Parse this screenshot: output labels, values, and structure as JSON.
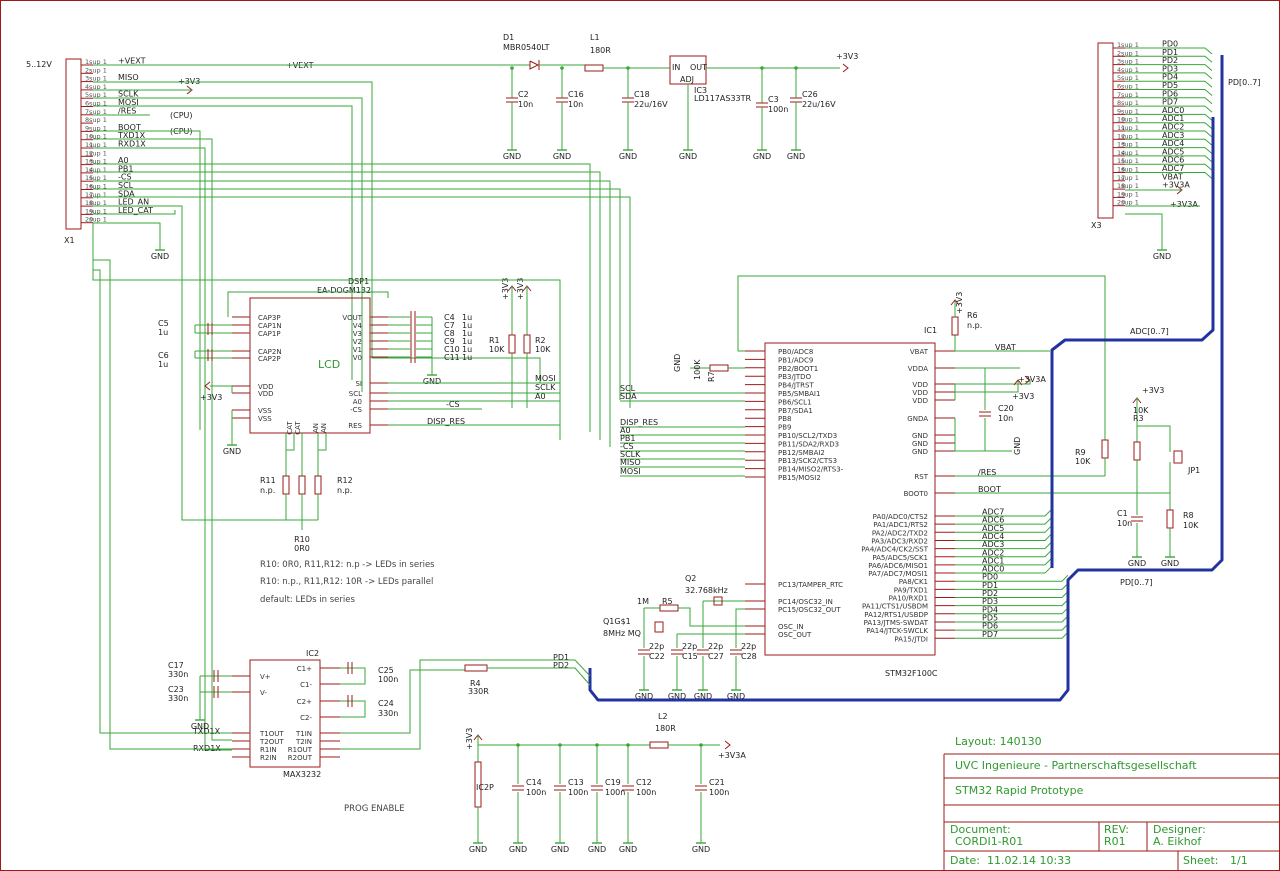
{
  "x1": {
    "ref": "X1",
    "voltage": "5..12V",
    "pins": [
      "+VEXT",
      "",
      "MISO",
      "",
      "SCLK",
      "MOSI",
      "/RES",
      "",
      "BOOT",
      "TXD1X",
      "RXD1X",
      "",
      "A0",
      "PB1",
      "-CS",
      "SCL",
      "SDA",
      "LED_AN",
      "LED_CAT",
      ""
    ],
    "cpu1": "(CPU)",
    "cpu2": "(CPU)",
    "vext_net": "+VEXT",
    "v33": "+3V3"
  },
  "x3": {
    "ref": "X3",
    "pins": [
      "PD0",
      "PD1",
      "PD2",
      "PD3",
      "PD4",
      "PD5",
      "PD6",
      "PD7",
      "ADC0",
      "ADC1",
      "ADC2",
      "ADC3",
      "ADC4",
      "ADC5",
      "ADC6",
      "ADC7",
      "VBAT",
      "+3V3A",
      "",
      ""
    ],
    "pin20_net": "+3V3A",
    "bus_label": "PD[0..7]"
  },
  "power": {
    "d1_ref": "D1",
    "d1_val": "MBR0540LT",
    "l1_ref": "L1",
    "l1_val": "180R",
    "ic3_ref": "IC3",
    "ic3_val": "LD117AS33TR",
    "ic3_in": "IN",
    "ic3_out": "OUT",
    "ic3_adj": "ADJ",
    "v33": "+3V3",
    "c2": [
      "C2",
      "10n"
    ],
    "c16": [
      "C16",
      "10n"
    ],
    "c18": [
      "C18",
      "22u/16V"
    ],
    "c3": [
      "C3",
      "100n"
    ],
    "c26": [
      "C26",
      "22u/16V"
    ]
  },
  "gnd": "GND",
  "lcd": {
    "ref": "DSP1",
    "val": "EA-DOGM132",
    "title": "LCD",
    "left_pins": [
      "CAP3P",
      "CAP1N",
      "CAP1P",
      "CAP2N",
      "CAP2P",
      "VDD",
      "VDD",
      "VSS",
      "VSS"
    ],
    "right_pins": [
      "VOUT",
      "V4",
      "V3",
      "V2",
      "V1",
      "V0",
      "SI",
      "SCL",
      "A0",
      "-CS",
      "RES"
    ],
    "bottom_pins": [
      "CAT",
      "CAT",
      "AN",
      "AN"
    ],
    "c5": [
      "C5",
      "1u"
    ],
    "c6": [
      "C6",
      "1u"
    ],
    "caps": [
      [
        "C4",
        "1u"
      ],
      [
        "C7",
        "1u"
      ],
      [
        "C8",
        "1u"
      ],
      [
        "C9",
        "1u"
      ],
      [
        "C10",
        "1u"
      ],
      [
        "C11",
        "1u"
      ]
    ],
    "nets": [
      "MOSI",
      "SCLK",
      "A0",
      "-CS",
      "DISP_RES"
    ],
    "r11": [
      "R11",
      "n.p."
    ],
    "r12": [
      "R12",
      "n.p."
    ],
    "r10": [
      "R10",
      "0R0"
    ],
    "note1": "R10: 0R0, R11,R12: n.p -> LEDs in series",
    "note2": "R10: n.p., R11,R12: 10R -> LEDs parallel",
    "note3": "default: LEDs in series"
  },
  "res_div": {
    "r1": [
      "R1",
      "10K"
    ],
    "r2": [
      "R2",
      "10K"
    ],
    "v33": "+3V3"
  },
  "mcu": {
    "ref": "IC1",
    "val": "STM32F100C",
    "left_pins": [
      "PB0/ADC8",
      "PB1/ADC9",
      "PB2/BOOT1",
      "PB3/JTDO",
      "PB4/JTRST",
      "PB5/SMBAI1",
      "PB6/SCL1",
      "PB7/SDA1",
      "PB8",
      "PB9",
      "PB10/SCL2/TXD3",
      "PB11/SDA2/RXD3",
      "PB12/SMBAI2",
      "PB13/SCK2/CTS3",
      "PB14/MISO2/RTS3-",
      "PB15/MOSI2"
    ],
    "left_nets": [
      "",
      "",
      "",
      "",
      "",
      "",
      "SCL",
      "SDA",
      "",
      "",
      "DISP_RES",
      "A0",
      "PB1",
      "-CS",
      "SCLK",
      "MISO",
      "MOSI"
    ],
    "osc_pins": [
      "PC13/TAMPER_RTC",
      "PC14/OSC32_IN",
      "PC15/OSC32_OUT",
      "OSC_IN",
      "OSC_OUT"
    ],
    "right_pins": [
      "VBAT",
      "VDDA",
      "VDD",
      "VDD",
      "VDD",
      "GNDA",
      "GND",
      "GND",
      "GND",
      "RST",
      "BOOT0"
    ],
    "right_nets": [
      "VBAT",
      "+3V3A",
      "+3V3",
      "/RES",
      "BOOT"
    ],
    "pa_pins": [
      "PA0/ADC0/CTS2",
      "PA1/ADC1/RTS2",
      "PA2/ADC2/TXD2",
      "PA3/ADC3/RXD2",
      "PA4/ADC4/CK2/SST",
      "PA5/ADC5/SCK1",
      "PA6/ADC6/MISO1",
      "PA7/ADC7/MOSI1",
      "PA8/CK1",
      "PA9/TXD1",
      "PA10/RXD1",
      "PA11/CTS1/USBDM",
      "PA12/RTS1/USBDP",
      "PA13/JTMS-SWDAT",
      "PA14/JTCK-SWCLK",
      "PA15/JTDI"
    ],
    "pa_nets": [
      "ADC7",
      "ADC6",
      "ADC5",
      "ADC4",
      "ADC3",
      "ADC2",
      "ADC1",
      "ADC0",
      "PD0",
      "PD1",
      "PD2",
      "PD3",
      "PD4",
      "PD5",
      "PD6",
      "PD7"
    ],
    "r7": [
      "R7",
      "100K"
    ],
    "r6": [
      "R6",
      "n.p."
    ],
    "c20": [
      "C20",
      "10n"
    ],
    "r9": [
      "R9",
      "10K"
    ],
    "r3": [
      "R3",
      "10K"
    ],
    "r8": [
      "R8",
      "10K"
    ],
    "c1": [
      "C1",
      "10n"
    ],
    "jp1": "JP1",
    "q2": [
      "Q2",
      "32.768kHz"
    ],
    "q1": [
      "Q1G$1",
      "8MHz MQ"
    ],
    "r5": [
      "R5",
      "1M"
    ],
    "c22": [
      "C22",
      "22p"
    ],
    "c15": [
      "C15",
      "22p"
    ],
    "c27": [
      "C27",
      "22p"
    ],
    "c28": [
      "C28",
      "22p"
    ],
    "adc_bus": "ADC[0..7]",
    "pd_bus": "PD[0..7]"
  },
  "rs232": {
    "ref": "IC2",
    "val": "MAX3232",
    "left_pins": [
      "V+",
      "V-",
      "T1OUT",
      "T2OUT",
      "R1IN",
      "R2IN"
    ],
    "right_pins": [
      "C1+",
      "C1-",
      "C2+",
      "C2-",
      "T1IN",
      "T2IN",
      "R1OUT",
      "R2OUT"
    ],
    "c17": [
      "C17",
      "330n"
    ],
    "c23": [
      "C23",
      "330n"
    ],
    "c25": [
      "C25",
      "100n"
    ],
    "c24": [
      "C24",
      "330n"
    ],
    "r4": [
      "R4",
      "330R"
    ],
    "nets": [
      "TXD1X",
      "RXD1X",
      "PD1",
      "PD2"
    ],
    "prog": "PROG ENABLE"
  },
  "analog": {
    "ic": "IC2P",
    "l2": [
      "L2",
      "180R"
    ],
    "v33": "+3V3",
    "v33a": "+3V3A",
    "caps": [
      [
        "C14",
        "100n"
      ],
      [
        "C13",
        "100n"
      ],
      [
        "C19",
        "100n"
      ],
      [
        "C12",
        "100n"
      ],
      [
        "C21",
        "100n"
      ]
    ]
  },
  "titleblock": {
    "layout": "Layout: 140130",
    "company": "UVC Ingenieure - Partnerschaftsgesellschaft",
    "project": "STM32 Rapid Prototype",
    "doc_label": "Document:",
    "doc": "CORDI1-R01",
    "rev_label": "REV:",
    "rev": "R01",
    "des_label": "Designer:",
    "des": "A. Eikhof",
    "date_label": "Date:",
    "date": "11.02.14 10:33",
    "sheet_label": "Sheet:",
    "sheet": "1/1"
  }
}
